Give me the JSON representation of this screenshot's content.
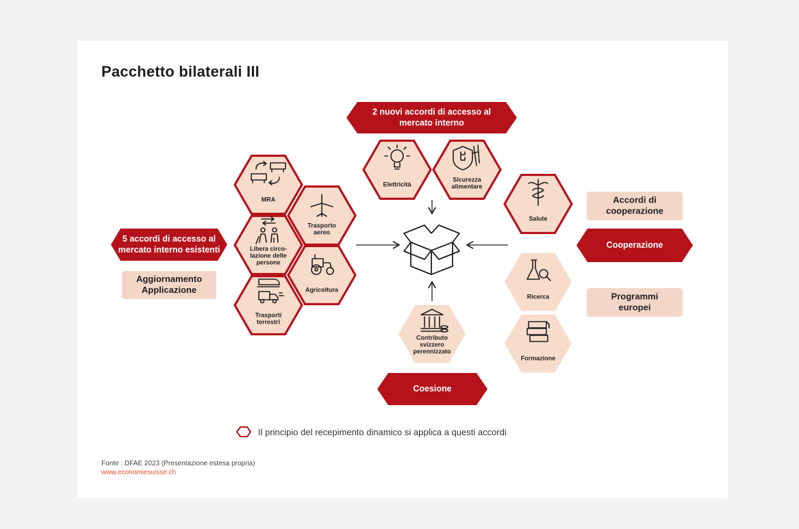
{
  "title": "Pacchetto bilaterali III",
  "ribbons": {
    "new_access": [
      "2 nuovi accordi di accesso al",
      "mercato interno"
    ],
    "existing_access": [
      "5 accordi di accesso al",
      "mercato interno esistenti"
    ],
    "cooperation": [
      "Cooperazione"
    ],
    "cohesion": [
      "Coesione"
    ]
  },
  "boxes": {
    "update": [
      "Aggiornamento",
      "Applicazione"
    ],
    "coop_agreements": [
      "Accordi di",
      "cooperazione"
    ],
    "eu_programmes": [
      "Programmi",
      "europei"
    ]
  },
  "hexagons": {
    "mra": [
      "MRA"
    ],
    "air": [
      "Trasporto",
      "aereo"
    ],
    "persons": [
      "Libera circo-",
      "lazione delle",
      "persone"
    ],
    "agriculture": [
      "Agricoltura"
    ],
    "land": [
      "Trasporti",
      "terrestri"
    ],
    "electricity": [
      "Elettricità"
    ],
    "food": [
      "Sicurezza",
      "alimentare"
    ],
    "health": [
      "Salute"
    ],
    "research": [
      "Ricerca"
    ],
    "education": [
      "Formazione"
    ],
    "contribution": [
      "Contributo",
      "svizzero",
      "perennizzato"
    ]
  },
  "icons": {
    "mra": "mutual-recognition-icon",
    "air": "airplane-icon",
    "persons": "people-icon",
    "agriculture": "tractor-icon",
    "land": "train-truck-icon",
    "electricity": "lightbulb-icon",
    "food": "shield-cross-icon",
    "health": "caduceus-icon",
    "research": "flask-icon",
    "education": "books-icon",
    "contribution": "bank-coins-icon",
    "center": "open-box-icon"
  },
  "legend": "Il principio del recepimento dinamico si applica a questi accordi",
  "source": "Fonte : DFAE 2023 (Presentazione estesa propria)",
  "url": "www.economiesuisse.ch",
  "colors": {
    "red": "#b5121b",
    "hex_fill": "#f7dccb",
    "box_fill": "#f4d6c8",
    "peach": "#fbe3d2",
    "text": "#1e1e1e"
  }
}
